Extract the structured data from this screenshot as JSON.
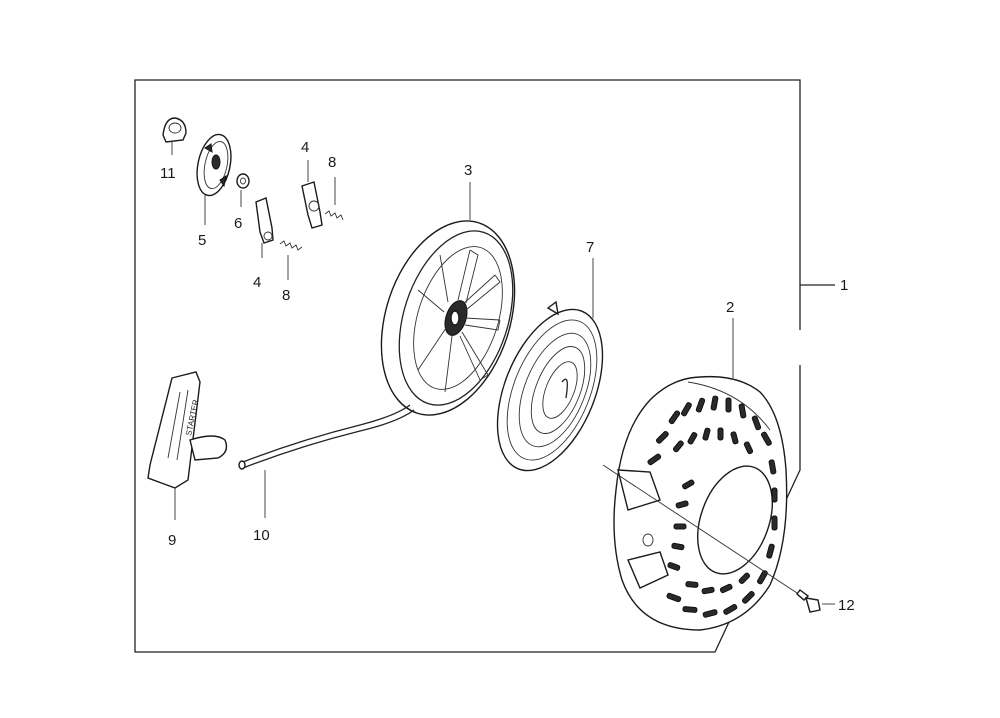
{
  "callouts": {
    "c1": "1",
    "c2": "2",
    "c3": "3",
    "c4a": "4",
    "c4b": "4",
    "c5": "5",
    "c6": "6",
    "c7": "7",
    "c8a": "8",
    "c8b": "8",
    "c9": "9",
    "c10": "10",
    "c11": "11",
    "c12": "12"
  },
  "handle_text": "STARTER"
}
